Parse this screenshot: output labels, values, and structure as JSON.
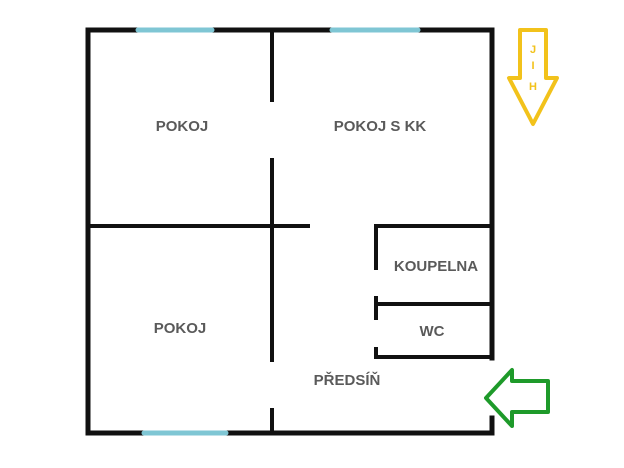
{
  "colors": {
    "wall": "#111111",
    "window": "#7fc6d4",
    "label": "#5a5a5a",
    "compass": "#f2c21b",
    "entrance": "#1e9a2a"
  },
  "rooms": {
    "pokoj_top": "POKOJ",
    "pokoj_s_kk": "POKOJ S KK",
    "koupelna": "KOUPELNA",
    "wc": "WC",
    "pokoj_bottom": "POKOJ",
    "predsin": "PŘEDSÍŇ"
  },
  "compass": {
    "letters": [
      "J",
      "I",
      "H"
    ],
    "icon": "south-arrow-icon"
  },
  "entrance": {
    "icon": "entrance-arrow-icon"
  }
}
